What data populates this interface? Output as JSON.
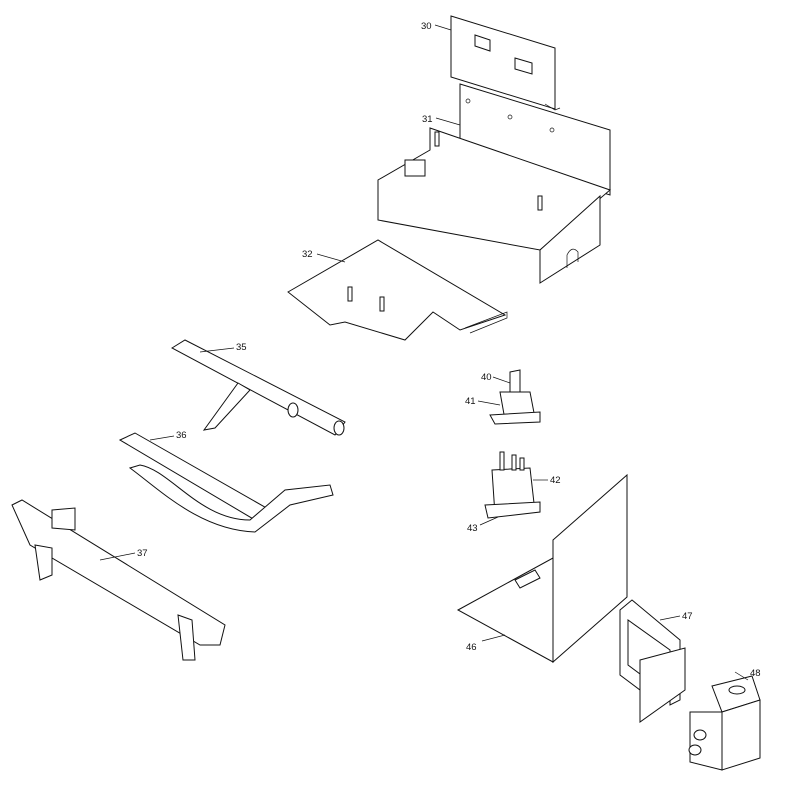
{
  "callouts": {
    "c30": "30",
    "c31": "31",
    "c32": "32",
    "c35": "35",
    "c36": "36",
    "c37": "37",
    "c40": "40",
    "c41": "41",
    "c42": "42",
    "c43": "43",
    "c46": "46",
    "c47": "47",
    "c48": "48"
  }
}
